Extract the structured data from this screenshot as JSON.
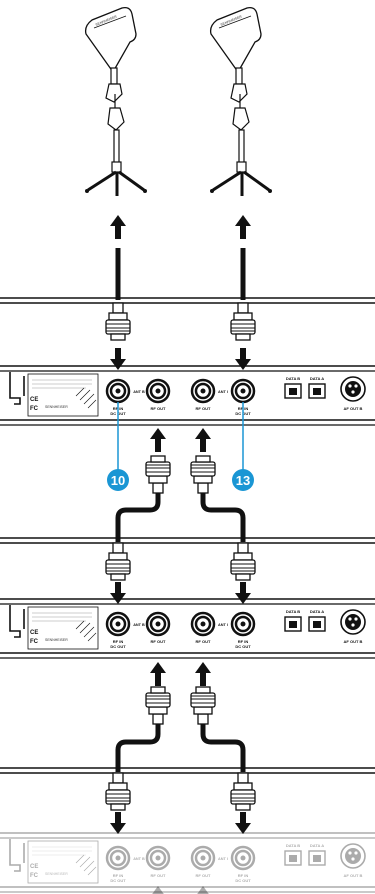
{
  "colors": {
    "line": "#111111",
    "panel_fill": "#ffffff",
    "callout": "#1a96d4",
    "callout_text": "#ffffff",
    "faded": "#c8c8c8"
  },
  "icons": [
    "directional-antenna-icon",
    "tripod-stand-icon",
    "arrow-up-icon",
    "arrow-down-icon",
    "bnc-connector-icon",
    "xlr-connector-icon",
    "ethernet-port-icon",
    "ce-mark-icon",
    "fcc-mark-icon"
  ],
  "receiver_panel": {
    "bnc_left_label_top": "RF IN",
    "bnc_left_label_bottom": "DC OUT",
    "ant_b": "ANT B",
    "rf_out": "RF OUT",
    "ant_i": "ANT I",
    "data_b": "DATA B",
    "data_a": "DATA A",
    "af_out": "AF OUT B",
    "ce": "CE",
    "fcc": "FC",
    "brand": "SENNHEISER"
  },
  "callouts": [
    {
      "number": "10"
    },
    {
      "number": "13"
    }
  ]
}
